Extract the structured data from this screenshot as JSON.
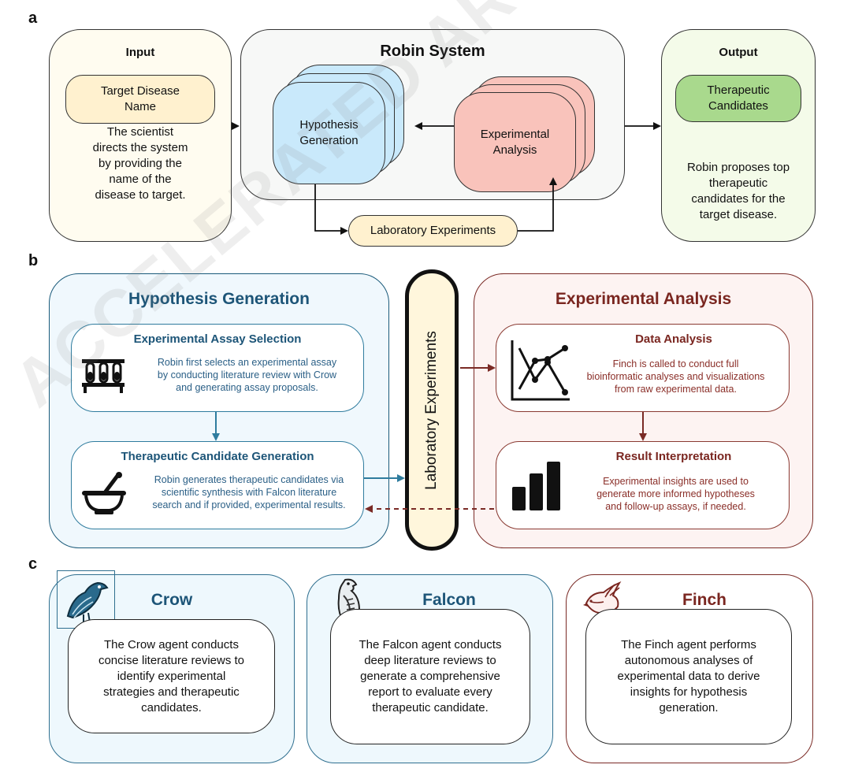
{
  "panels": {
    "a": "a",
    "b": "b",
    "c": "c"
  },
  "panel_a": {
    "input": {
      "title": "Input",
      "pill_line1": "Target Disease",
      "pill_line2": "Name",
      "desc": [
        "The scientist",
        "directs the system",
        "by providing the",
        "name of the",
        "disease to target."
      ]
    },
    "robin": {
      "title": "Robin System",
      "hypothesis_line1": "Hypothesis",
      "hypothesis_line2": "Generation",
      "analysis_line1": "Experimental",
      "analysis_line2": "Analysis"
    },
    "lab": "Laboratory Experiments",
    "output": {
      "title": "Output",
      "pill_line1": "Therapeutic",
      "pill_line2": "Candidates",
      "desc": [
        "Robin proposes top",
        "therapeutic",
        "candidates for the",
        "target disease."
      ]
    }
  },
  "panel_b": {
    "hypothesis": {
      "title": "Hypothesis Generation",
      "assay": {
        "title": "Experimental Assay Selection",
        "desc": [
          "Robin first selects an experimental assay",
          "by conducting literature review with Crow",
          "and generating assay proposals."
        ]
      },
      "candidate": {
        "title": "Therapeutic Candidate Generation",
        "desc": [
          "Robin generates therapeutic candidates via",
          "scientific synthesis with Falcon literature",
          "search and if provided, experimental results."
        ]
      }
    },
    "lab_vertical": "Laboratory Experiments",
    "analysis": {
      "title": "Experimental Analysis",
      "data": {
        "title": "Data Analysis",
        "desc": [
          "Finch is called to conduct full",
          "bioinformatic analyses and visualizations",
          "from raw experimental data."
        ]
      },
      "result": {
        "title": "Result Interpretation",
        "desc": [
          "Experimental insights are used to",
          "generate more informed hypotheses",
          "and follow-up assays, if needed."
        ]
      }
    }
  },
  "panel_c": {
    "crow": {
      "name": "Crow",
      "desc": [
        "The Crow agent conducts",
        "concise literature reviews to",
        "identify experimental",
        "strategies and therapeutic",
        "candidates."
      ]
    },
    "falcon": {
      "name": "Falcon",
      "desc": [
        "The Falcon agent conducts",
        "deep literature reviews to",
        "generate a comprehensive",
        "report to evaluate every",
        "therapeutic candidate."
      ]
    },
    "finch": {
      "name": "Finch",
      "desc": [
        "The Finch agent performs",
        "autonomous analyses of",
        "experimental data to derive",
        "insights for hypothesis",
        "generation."
      ]
    }
  },
  "watermark": "ACCELERATED ARTICLE PREVIEW",
  "colors": {
    "hypothesis_fill": "#c9e9fb",
    "analysis_fill": "#f9c3bb",
    "pill_fill": "#fff1cf",
    "output_pill_fill": "#a9d98d",
    "blue_accent": "#1d5578",
    "red_accent": "#7a2620"
  }
}
